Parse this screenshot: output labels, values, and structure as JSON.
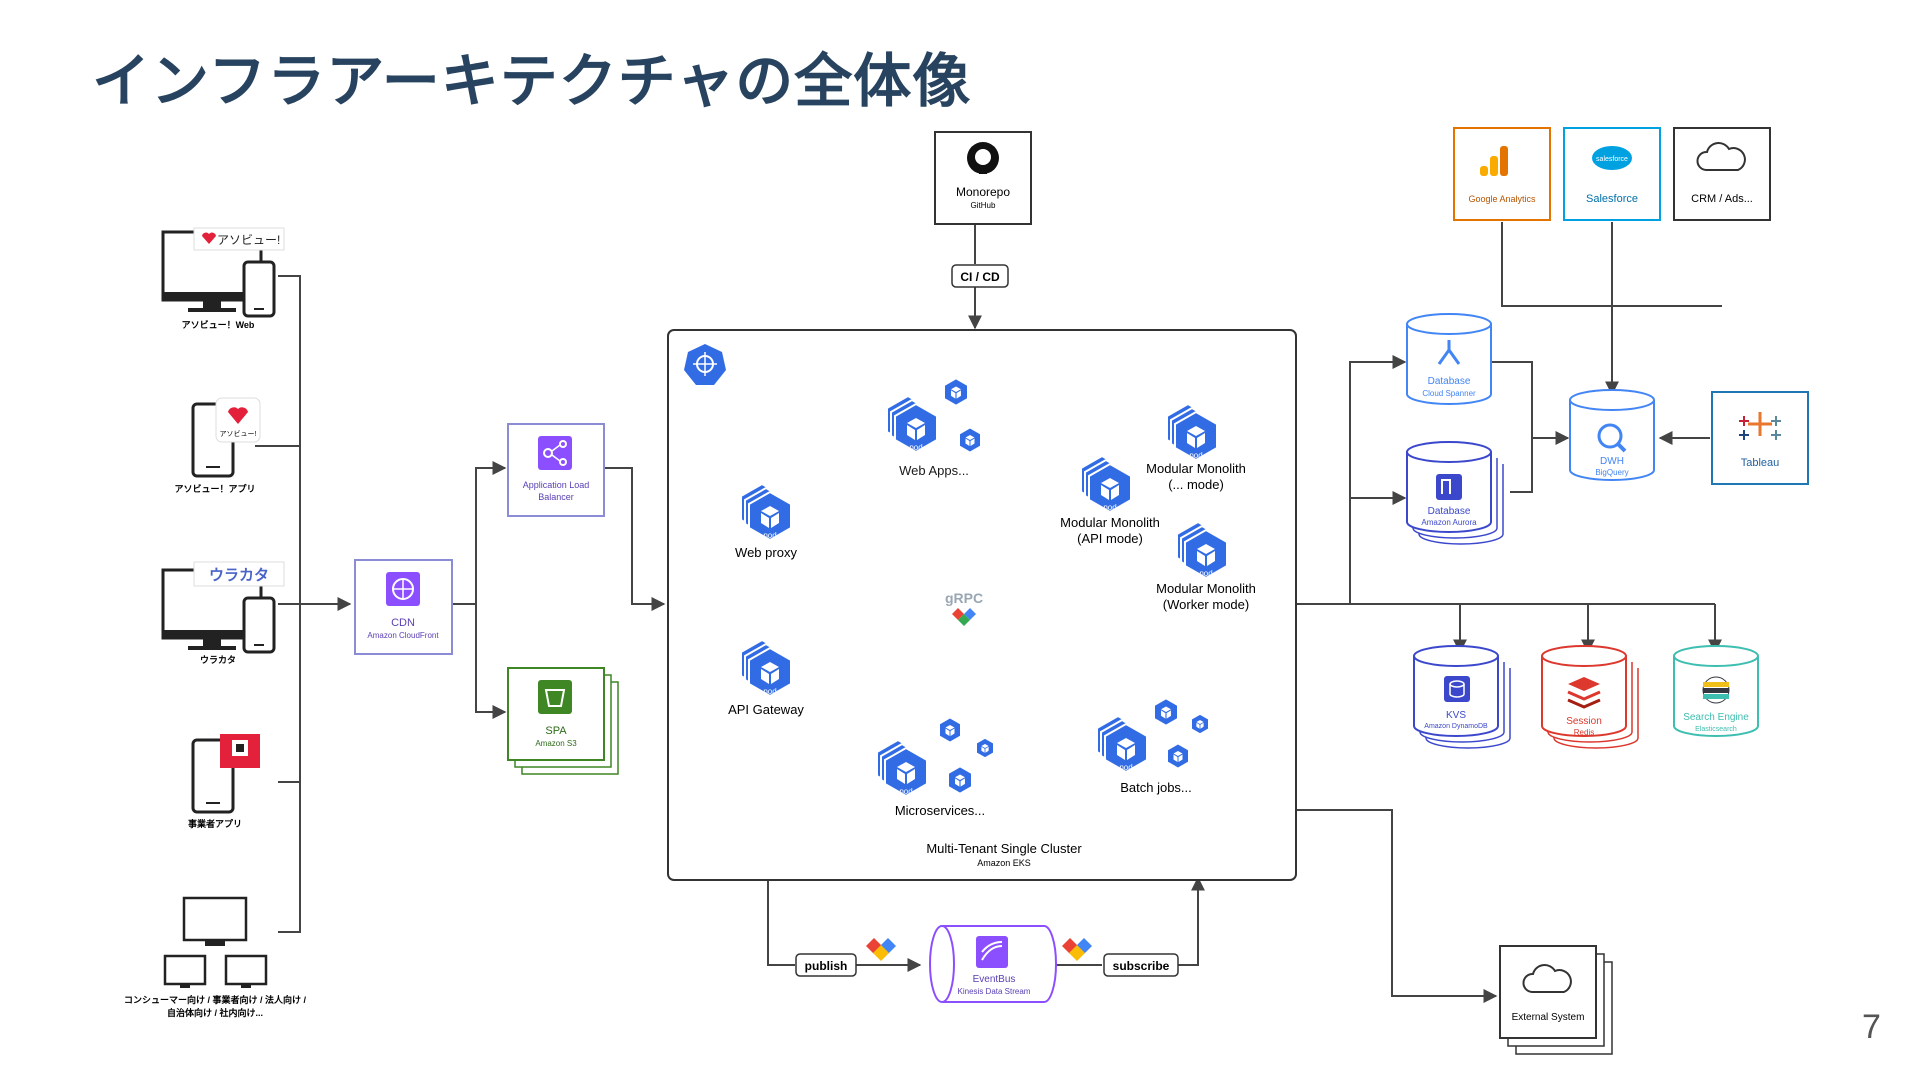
{
  "slide": {
    "title": "インフラアーキテクチャの全体像",
    "page_number": "7"
  },
  "clients": [
    {
      "label": "アソビュー！Web",
      "badge": "アソビュー!"
    },
    {
      "label": "アソビュー！アプリ",
      "badge": "アソビュー!"
    },
    {
      "label": "ウラカタ",
      "badge": "ウラカタ"
    },
    {
      "label": "事業者アプリ",
      "badge": ""
    },
    {
      "label_line1": "コンシューマー向け / 事業者向け / 法人向け /",
      "label_line2": "自治体向け / 社内向け..."
    }
  ],
  "edge": {
    "cdn": {
      "label": "CDN",
      "sub": "Amazon CloudFront"
    },
    "alb": {
      "label_line1": "Application Load",
      "label_line2": "Balancer"
    },
    "spa": {
      "label": "SPA",
      "sub": "Amazon S3"
    }
  },
  "source": {
    "monorepo": {
      "label": "Monorepo",
      "sub": "GitHub"
    },
    "cicd": "CI / CD"
  },
  "cluster": {
    "label": "Multi-Tenant Single Cluster",
    "sub": "Amazon EKS",
    "pod_text": "pod",
    "grpc": "gRPC",
    "components": {
      "web_apps": "Web Apps...",
      "web_proxy": "Web proxy",
      "api_gateway": "API Gateway",
      "mm_mode_line1": "Modular Monolith",
      "mm_mode_line2": "(... mode)",
      "mm_api_line1": "Modular Monolith",
      "mm_api_line2": "(API mode)",
      "mm_worker_line1": "Modular Monolith",
      "mm_worker_line2": "(Worker mode)",
      "microservices": "Microservices...",
      "batch": "Batch jobs..."
    }
  },
  "messaging": {
    "publish": "publish",
    "subscribe": "subscribe",
    "eventbus": {
      "label": "EventBus",
      "sub": "Kinesis Data Stream"
    }
  },
  "data_stores": {
    "spanner": {
      "label": "Database",
      "sub": "Cloud Spanner"
    },
    "aurora": {
      "label": "Database",
      "sub": "Amazon Aurora"
    },
    "kvs": {
      "label": "KVS",
      "sub": "Amazon DynamoDB"
    },
    "session": {
      "label": "Session",
      "sub": "Redis"
    },
    "search": {
      "label": "Search Engine",
      "sub": "Elasticsearch"
    }
  },
  "analytics": {
    "google_analytics": "Google Analytics",
    "salesforce": "Salesforce",
    "salesforce_logo": "salesforce",
    "crm": "CRM / Ads...",
    "dwh": {
      "label": "DWH",
      "sub": "BigQuery"
    },
    "tableau": "Tableau"
  },
  "external": {
    "label": "External System"
  },
  "colors": {
    "title": "#27435f",
    "k8s_blue": "#326ce5",
    "aws_purple": "#8c4fff",
    "s3_green": "#3f8624",
    "spanner_blue": "#4285f4",
    "redis_red": "#dc382d",
    "ga_orange": "#f9ab00",
    "salesforce_blue": "#00a1e0",
    "tableau_teal": "#1f77b4",
    "line": "#444444"
  }
}
